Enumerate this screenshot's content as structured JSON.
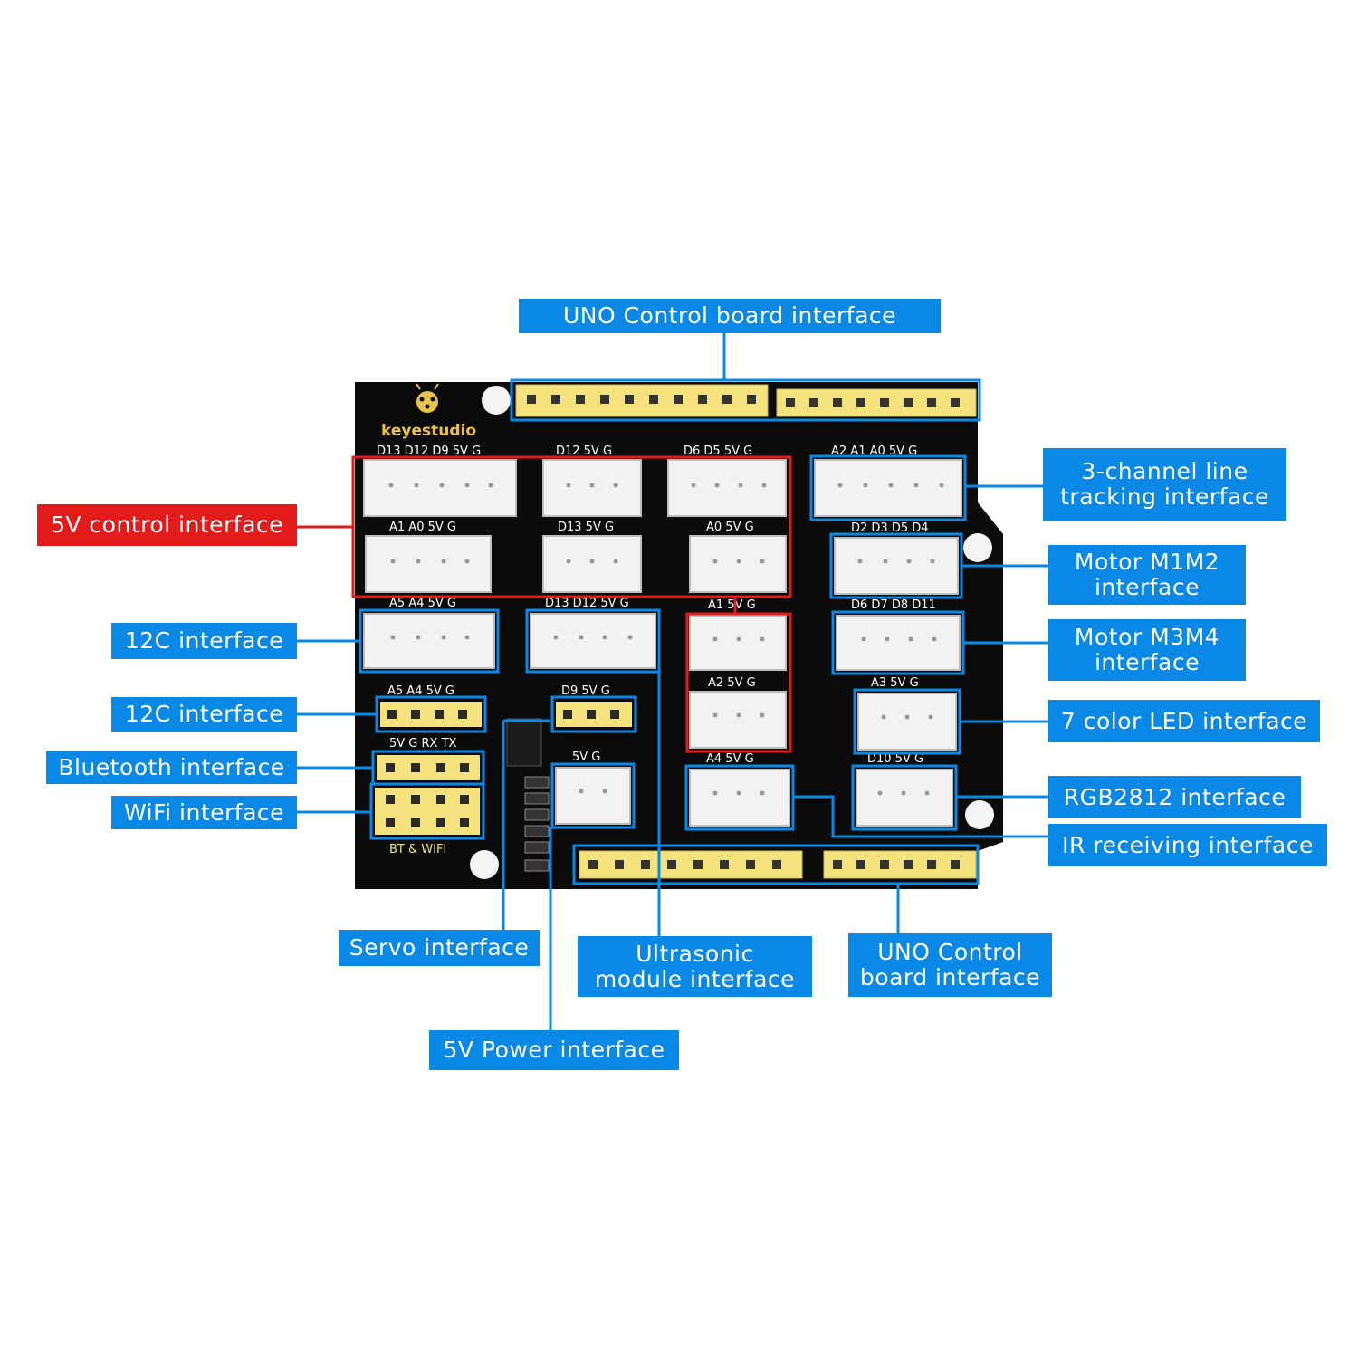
{
  "brand": "keyestudio",
  "colors": {
    "callout_blue": "#0a88e6",
    "callout_red": "#e41b1b",
    "board": "#0b0b0b",
    "header_yellow": "#f4e27c",
    "connector_white": "#f2f2f2"
  },
  "callouts": {
    "uno_top": "UNO Control board interface",
    "five_v_control": "5V control interface",
    "line_tracking": "3-channel line\ntracking interface",
    "motor_m1m2": "Motor M1M2\ninterface",
    "motor_m3m4": "Motor M3M4\ninterface",
    "i2c_1": "12C interface",
    "i2c_2": "12C interface",
    "led_7color": "7 color LED interface",
    "bluetooth": "Bluetooth interface",
    "wifi": "WiFi interface",
    "rgb2812": "RGB2812  interface",
    "ir_receiving": "IR receiving interface",
    "servo": "Servo interface",
    "ultrasonic": "Ultrasonic\nmodule interface",
    "uno_bottom": "UNO Control\nboard interface",
    "power_5v": "5V Power interface"
  },
  "board_labels": {
    "d13_d12_d9": "D13  D12  D9  5V   G",
    "d12_5v_g": "D12  5V  G",
    "d6_d5": "D6  D5  5V  G",
    "a2_a1_a0": "A2  A1  A0  5V  G",
    "a1_a0": "A1  A0  5V  G",
    "d13_5v_g": "D13  5V  G",
    "a0_5v_g": "A0  5V  G",
    "d2_d3_d5_d4": "D2  D3  D5  D4",
    "a5_a4": "A5  A4  5V  G",
    "d13_d12_5v_g": "D13  D12  5V  G",
    "a1_5v_g": "A1  5V  G",
    "d6_d7_d8_d11": "D6  D7  D8  D11",
    "a5_a4_5v_g": "A5  A4  5V  G",
    "d9_5v_g": "D9  5V  G",
    "a2_5v_g": "A2  5V  G",
    "a3_5v_g": "A3  5V  G",
    "bt_pins": "5V  G  RX  TX",
    "pwr_pins": "5V  G",
    "a4_5v_g": "A4  5V  G",
    "d10_5v_g": "D10  5V  G",
    "bt_wifi": "BT & WIFI"
  }
}
